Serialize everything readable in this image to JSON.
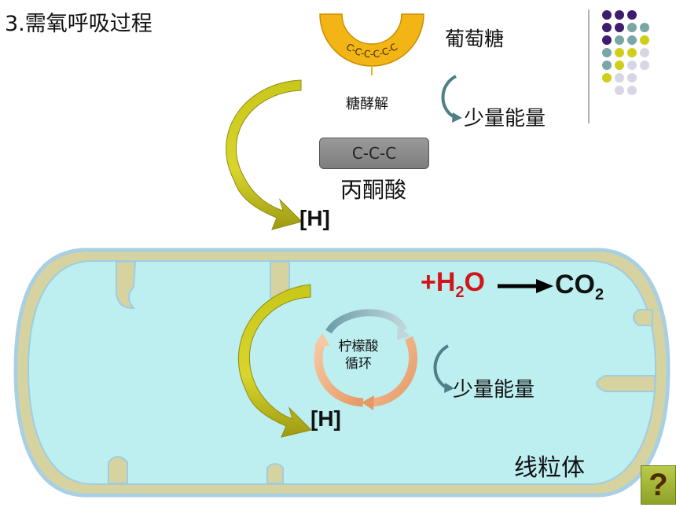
{
  "title": "3.需氧呼吸过程",
  "glucose": {
    "label": "葡萄糖",
    "chain_text": "C-C-C-C-C-C"
  },
  "glycolysis": {
    "label": "糖酵解"
  },
  "energy": {
    "top": "少量能量",
    "bottom": "少量能量"
  },
  "pyruvate": {
    "formula": "C-C-C",
    "label": "丙酮酸"
  },
  "hydrogen": {
    "top": "[H]",
    "bottom": "[H]"
  },
  "citric_cycle": {
    "line1": "柠檬酸",
    "line2": "循环"
  },
  "reaction": {
    "water_prefix": "+H",
    "water_sub": "2",
    "water_suffix": "O",
    "co2_main": "CO",
    "co2_sub": "2"
  },
  "mitochondrion": {
    "label": "线粒体"
  },
  "help_button": {
    "label": "?"
  },
  "colors": {
    "glucose_fill": "#f3b416",
    "arrow_olive": "#bfbf10",
    "energy_arrow": "#4e7f86",
    "membrane_outer": "#d6d3a0",
    "matrix": "#bdeef0",
    "water_red": "#d2141b",
    "dot_purple": "#3f1d6e",
    "dot_teal": "#7aa6a6",
    "dot_yellow": "#cfcf1a",
    "dot_gray": "#d6d6e6"
  }
}
